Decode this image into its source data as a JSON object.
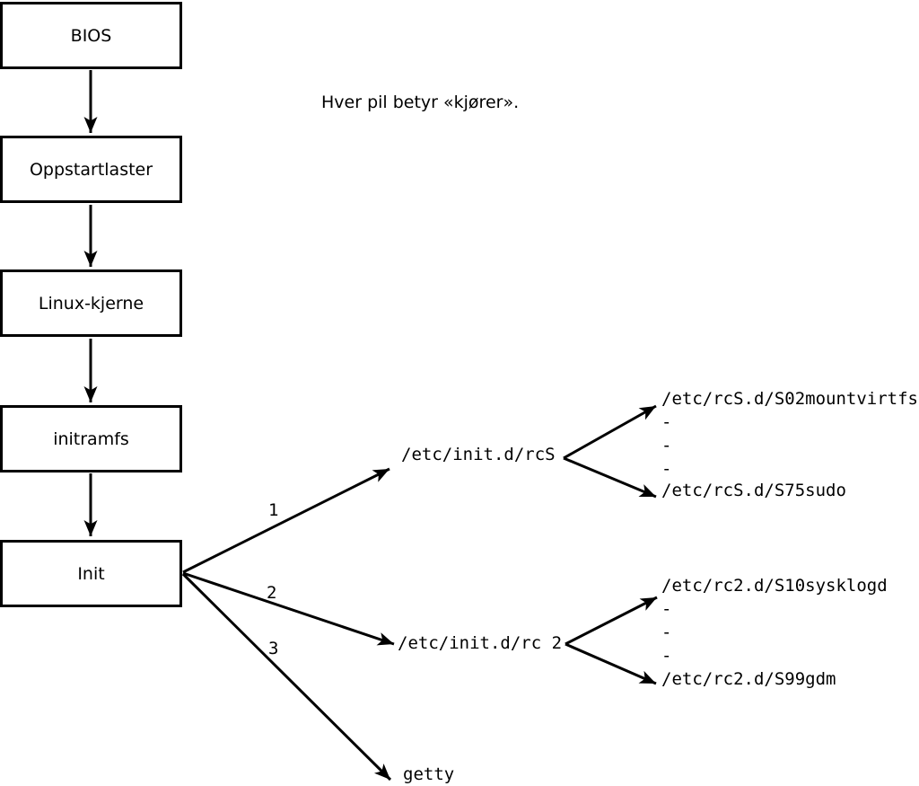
{
  "caption": "Hver pil betyr «kjører».",
  "boxes": [
    {
      "label": "BIOS"
    },
    {
      "label": "Oppstartlaster"
    },
    {
      "label": "Linux-kjerne"
    },
    {
      "label": "initramfs"
    },
    {
      "label": "Init"
    }
  ],
  "init_branches": [
    {
      "number": "1",
      "target": "/etc/init.d/rcS"
    },
    {
      "number": "2",
      "target": "/etc/init.d/rc 2"
    },
    {
      "number": "3",
      "target": "getty"
    }
  ],
  "rcs_children": [
    "/etc/rcS.d/S02mountvirtfs",
    "-",
    "-",
    "-",
    "/etc/rcS.d/S75sudo"
  ],
  "rc2_children": [
    "/etc/rc2.d/S10sysklogd",
    "-",
    "-",
    "-",
    "/etc/rc2.d/S99gdm"
  ],
  "colors": {
    "line": "#000000",
    "background": "#ffffff",
    "text": "#000000"
  }
}
